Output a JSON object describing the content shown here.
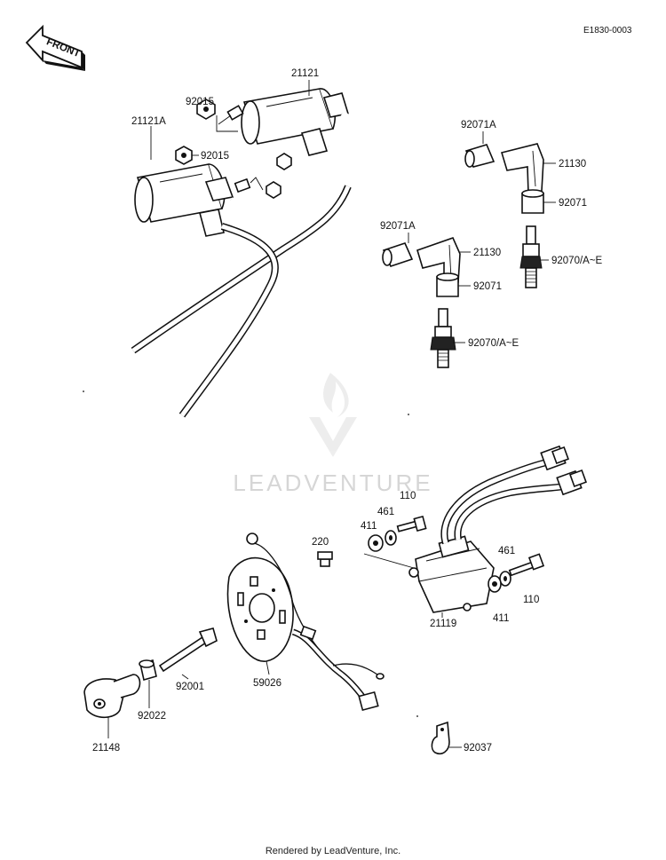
{
  "diagram_code": "E1830-0003",
  "front_label": "FRONT",
  "watermark": "LEADVENTURE",
  "footer": "Rendered by LeadVenture, Inc.",
  "labels": {
    "p92015_a": "92015",
    "p21121": "21121",
    "p21121a": "21121A",
    "p92015_b": "92015",
    "p92071a_a": "92071A",
    "p21130_a": "21130",
    "p92071_a": "92071",
    "p92071a_b": "92071A",
    "p21130_b": "21130",
    "p92071_b": "92071",
    "p92070_a": "92070/A~E",
    "p92070_b": "92070/A~E",
    "p110_a": "110",
    "p461_a": "461",
    "p411_a": "411",
    "p220": "220",
    "p461_b": "461",
    "p110_b": "110",
    "p411_b": "411",
    "p21119": "21119",
    "p92001": "92001",
    "p59026": "59026",
    "p92022": "92022",
    "p21148": "21148",
    "p92037": "92037"
  }
}
